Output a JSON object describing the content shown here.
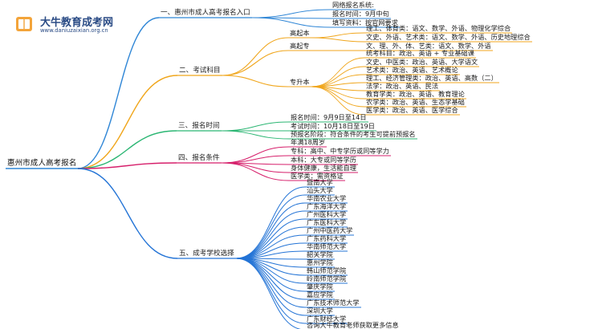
{
  "brand": {
    "name": "大牛教育成考网",
    "url": "www.daniuzaixian.org.cn"
  },
  "root": "惠州市成人高考报名",
  "branches": [
    {
      "label": "一、惠州市成人高考报名入口",
      "color": "#2f86d6",
      "children": [
        "网络报名系统:",
        "报名时间：9月中旬",
        "填写资料：按官网要求"
      ]
    },
    {
      "label": "二、考试科目",
      "color": "#f0a61c",
      "groups": [
        {
          "label": "高起本",
          "items": [
            "理工、体育类：语文、数学、外语、物理化学综合",
            "文史、外语、艺术类：语文、数学、外语、历史地理综合"
          ]
        },
        {
          "label": "高起专",
          "items": [
            "文、理、外、体、艺类：语文、数学、外语"
          ]
        },
        {
          "label": "专升本",
          "items": [
            "统考科目：政治、英语 + 专业基础课",
            "文史、中医类：政治、英语、大学语文",
            "艺术类：政治、英语、艺术概论",
            "理工、经济管理类：政治、英语、高数（二）",
            "法学：政治、英语、民法",
            "教育学类：政治、英语、教育理论",
            "农学类：政治、英语、生态学基础",
            "医学类：政治、英语、医学综合"
          ]
        }
      ]
    },
    {
      "label": "三、报名时间",
      "color": "#2bb673",
      "children": [
        "报名时间：9月9日至14日",
        "考试时间：10月18日至19日",
        "预报名阶段：符合条件的考生可提前预报名"
      ]
    },
    {
      "label": "四、报名条件",
      "color": "#d61f6b",
      "children": [
        "年满18周岁",
        "专科：高中、中专学历或同等学力",
        "本科：大专或同等学历",
        "身体健康，生活能自理",
        "医学类：需资格证"
      ]
    },
    {
      "label": "五、成考学校选择",
      "color": "#2474d6",
      "children": [
        "暨南大学",
        "汕头大学",
        "华南农业大学",
        "广东海洋大学",
        "广州医科大学",
        "广东医科大学",
        "广州中医药大学",
        "广东药科大学",
        "华南师范大学",
        "韶关学院",
        "惠州学院",
        "韩山师范学院",
        "岭南师范学院",
        "肇庆学院",
        "嘉应学院",
        "广东技术师范大学",
        "深圳大学",
        "广东财经大学",
        "咨询大牛教育老师获取更多信息"
      ]
    }
  ]
}
